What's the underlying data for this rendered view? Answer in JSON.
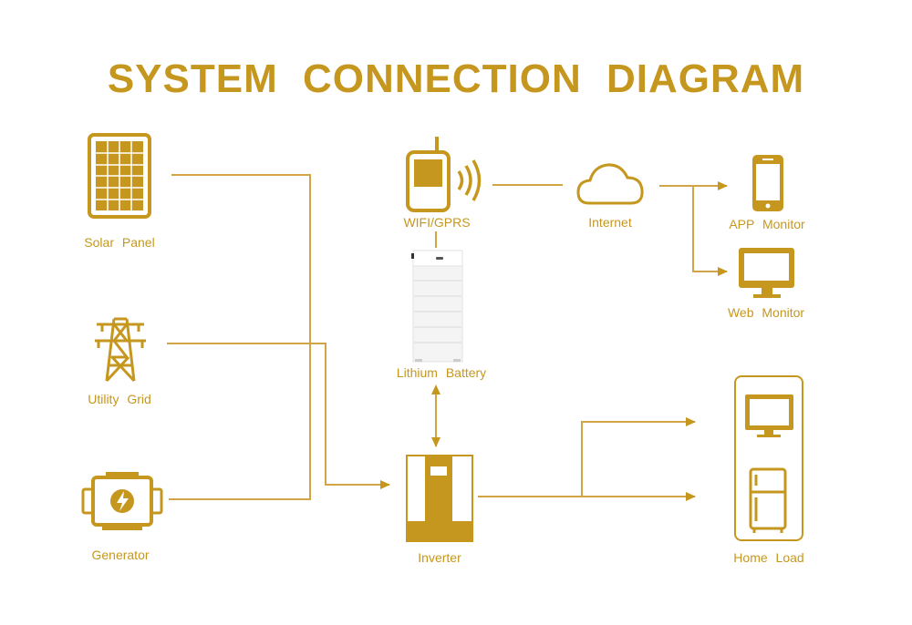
{
  "colors": {
    "accent": "#c6971e",
    "line": "#d1a545",
    "background": "#ffffff"
  },
  "title": "SYSTEM CONNECTION DIAGRAM",
  "nodes": {
    "solar_panel": {
      "label": "Solar Panel",
      "icon": "solar-panel-icon"
    },
    "utility_grid": {
      "label": "Utility Grid",
      "icon": "transmission-tower-icon"
    },
    "generator": {
      "label": "Generator",
      "icon": "generator-icon"
    },
    "wifi_gprs": {
      "label": "WIFI/GPRS",
      "icon": "wireless-module-icon"
    },
    "internet": {
      "label": "Internet",
      "icon": "cloud-icon"
    },
    "app_monitor": {
      "label": "APP Monitor",
      "icon": "smartphone-icon"
    },
    "web_monitor": {
      "label": "Web Monitor",
      "icon": "desktop-monitor-icon"
    },
    "lithium_battery": {
      "label": "Lithium Battery",
      "icon": "battery-stack-icon"
    },
    "inverter": {
      "label": "Inverter",
      "icon": "inverter-icon"
    },
    "home_load": {
      "label": "Home Load",
      "icon": "home-appliances-icon"
    }
  }
}
